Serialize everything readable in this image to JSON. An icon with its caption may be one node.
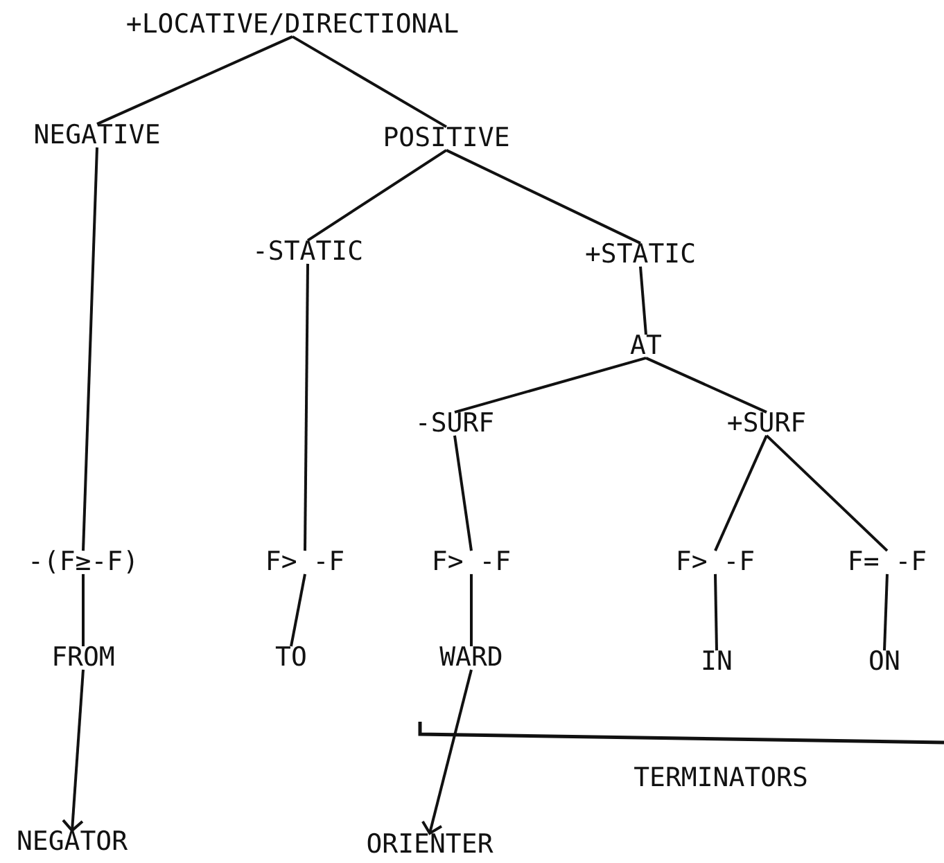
{
  "diagram": {
    "nodes": [
      {
        "text": [
          "+LOCATIVE/DIRECTIONAL"
        ]
      },
      {
        "text": [
          "NEGATIVE"
        ]
      },
      {
        "text": [
          "POSITIVE"
        ]
      },
      {
        "text": [
          "-STATIC"
        ]
      },
      {
        "text": [
          "+STATIC"
        ]
      },
      {
        "text": [
          "AT"
        ]
      },
      {
        "text": [
          "-SURF"
        ]
      },
      {
        "text": [
          "+SURF"
        ]
      },
      {
        "text": [
          "-(F≥-F)"
        ]
      },
      {
        "text": [
          "F> -F"
        ]
      },
      {
        "text": [
          "F> -F"
        ]
      },
      {
        "text": [
          "F> -F"
        ]
      },
      {
        "text": [
          "F= -F"
        ]
      },
      {
        "text": [
          "FROM"
        ]
      },
      {
        "text": [
          "TO"
        ]
      },
      {
        "text": [
          "WARD"
        ]
      },
      {
        "text": [
          "IN"
        ]
      },
      {
        "text": [
          "ON"
        ]
      },
      {
        "text": [
          "NEGATOR"
        ]
      },
      {
        "text": [
          "ORIENTER"
        ]
      }
    ],
    "edges": [
      {
        "from": 0,
        "to": 1,
        "arrow": "none"
      },
      {
        "from": 0,
        "to": 2,
        "arrow": "none"
      },
      {
        "from": 1,
        "to": 8,
        "arrow": "none"
      },
      {
        "from": 2,
        "to": 3,
        "arrow": "none"
      },
      {
        "from": 2,
        "to": 4,
        "arrow": "none"
      },
      {
        "from": 3,
        "to": 9,
        "arrow": "none"
      },
      {
        "from": 4,
        "to": 5,
        "arrow": "none"
      },
      {
        "from": 5,
        "to": 6,
        "arrow": "none"
      },
      {
        "from": 5,
        "to": 7,
        "arrow": "none"
      },
      {
        "from": 6,
        "to": 10,
        "arrow": "none"
      },
      {
        "from": 7,
        "to": 11,
        "arrow": "none"
      },
      {
        "from": 7,
        "to": 12,
        "arrow": "none"
      },
      {
        "from": 8,
        "to": 13,
        "arrow": "none"
      },
      {
        "from": 9,
        "to": 14,
        "arrow": "none"
      },
      {
        "from": 10,
        "to": 15,
        "arrow": "none"
      },
      {
        "from": 11,
        "to": 16,
        "arrow": "none"
      },
      {
        "from": 12,
        "to": 17,
        "arrow": "none"
      },
      {
        "from": 13,
        "to": 18,
        "arrow": "to"
      },
      {
        "from": 15,
        "to": 19,
        "arrow": "to"
      }
    ],
    "labels": [
      "TERMINATORS"
    ]
  }
}
